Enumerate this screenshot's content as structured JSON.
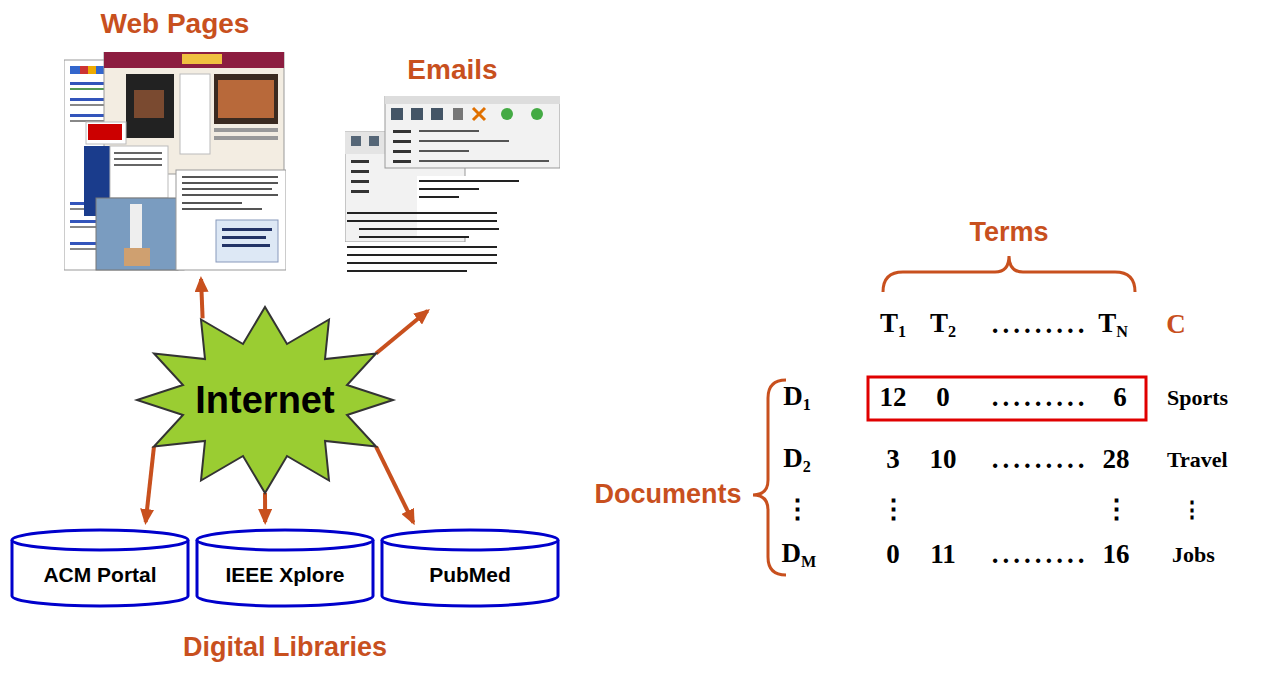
{
  "diagram": {
    "nodes": [
      {
        "text": [
          "Web Pages"
        ]
      },
      {
        "text": [
          "Emails"
        ]
      },
      {
        "text": [
          "Internet"
        ]
      },
      {
        "text": [
          "ACM Portal"
        ]
      },
      {
        "text": [
          "IEEE Xplore"
        ]
      },
      {
        "text": [
          "PubMed"
        ]
      }
    ],
    "edges": [
      {
        "from": 2,
        "to": 0,
        "arrow": "to"
      },
      {
        "from": 2,
        "to": 1,
        "arrow": "to"
      },
      {
        "from": 2,
        "to": 3,
        "arrow": "to"
      },
      {
        "from": 2,
        "to": 4,
        "arrow": "to"
      },
      {
        "from": 2,
        "to": 5,
        "arrow": "to"
      }
    ],
    "labels": [
      "Digital Libraries",
      "Terms",
      "T1",
      "T2",
      ".........",
      "TN",
      "C",
      "D1",
      "12",
      "0",
      ".........",
      "6",
      "Sports",
      "D2",
      "3",
      "10",
      ".........",
      "28",
      "Travel",
      "⋮",
      "⋮",
      "⋮",
      "⋮",
      "DM",
      "0",
      "11",
      ".........",
      "16",
      "Jobs",
      "Documents"
    ]
  }
}
